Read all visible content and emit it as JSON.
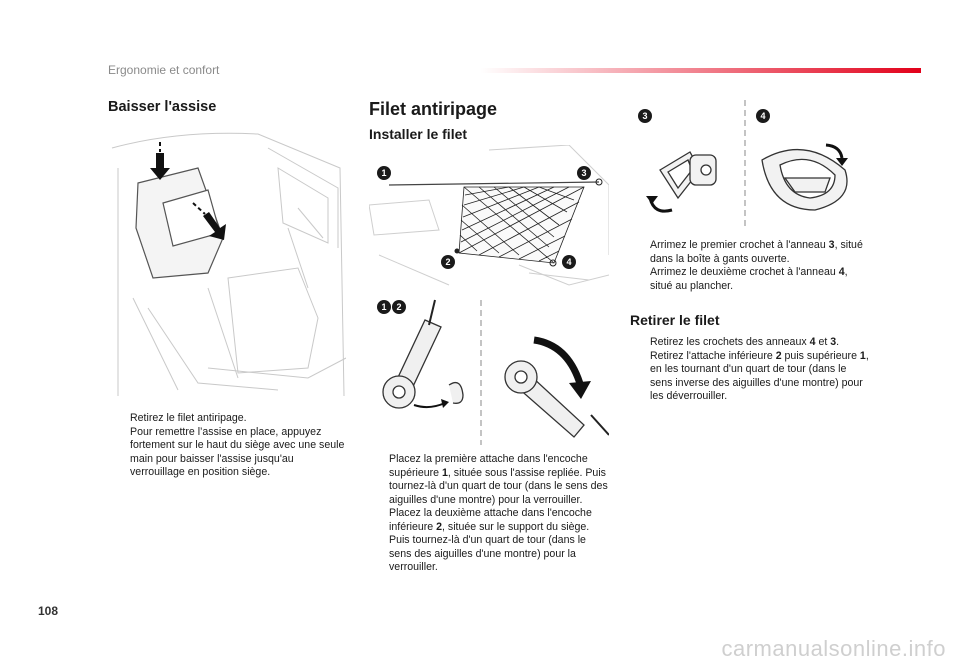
{
  "header": {
    "section_title": "Ergonomie et confort"
  },
  "left": {
    "heading": "Baisser l'assise",
    "bullets": [
      "Retirez le filet antiripage.",
      "Pour remettre l’assise en place, appuyez fortement sur le haut du siège avec une seule main pour baisser l'assise jusqu'au verrouillage en position siège."
    ]
  },
  "middle": {
    "heading": "Filet antiripage",
    "subheading": "Installer le filet",
    "bullet1": {
      "a": "Placez la première attache dans l'encoche supérieure ",
      "num": "1",
      "b": ", située sous l'assise repliée. Puis tournez-là d'un quart de tour (dans le sens des aiguilles d'une montre) pour la verrouiller."
    },
    "bullet2": {
      "a": "Placez la deuxième attache dans l'encoche inférieure ",
      "num": "2",
      "b": ", située sur le support du siège. Puis tournez-là d'un quart de tour (dans le sens des aiguilles d'une montre) pour la verrouiller."
    }
  },
  "right": {
    "bullet1": {
      "a": "Arrimez le premier crochet à l'anneau ",
      "num": "3",
      "b": ", situé dans la boîte à gants ouverte."
    },
    "bullet2": {
      "a": "Arrimez le deuxième crochet à l'anneau ",
      "num": "4",
      "b": ", situé au plancher."
    },
    "heading": "Retirer le filet",
    "bullet3": {
      "a": "Retirez les crochets des anneaux ",
      "num1": "4",
      "mid": " et ",
      "num2": "3",
      "b": "."
    },
    "bullet4": {
      "a": "Retirez l'attache inférieure ",
      "num1": "2",
      "mid": " puis supérieure ",
      "num2": "1",
      "b": ", en les tournant d'un quart de tour (dans le sens inverse des aiguilles d'une montre) pour les déverrouiller."
    }
  },
  "badges": {
    "b1": "1",
    "b2": "2",
    "b3": "3",
    "b4": "4"
  },
  "bullet_marker": "",
  "page_number": "108",
  "watermark": "carmanualsonline.info",
  "colors": {
    "accent": "#e2001a",
    "text": "#1a1a1a",
    "muted": "#8a8a8a"
  }
}
